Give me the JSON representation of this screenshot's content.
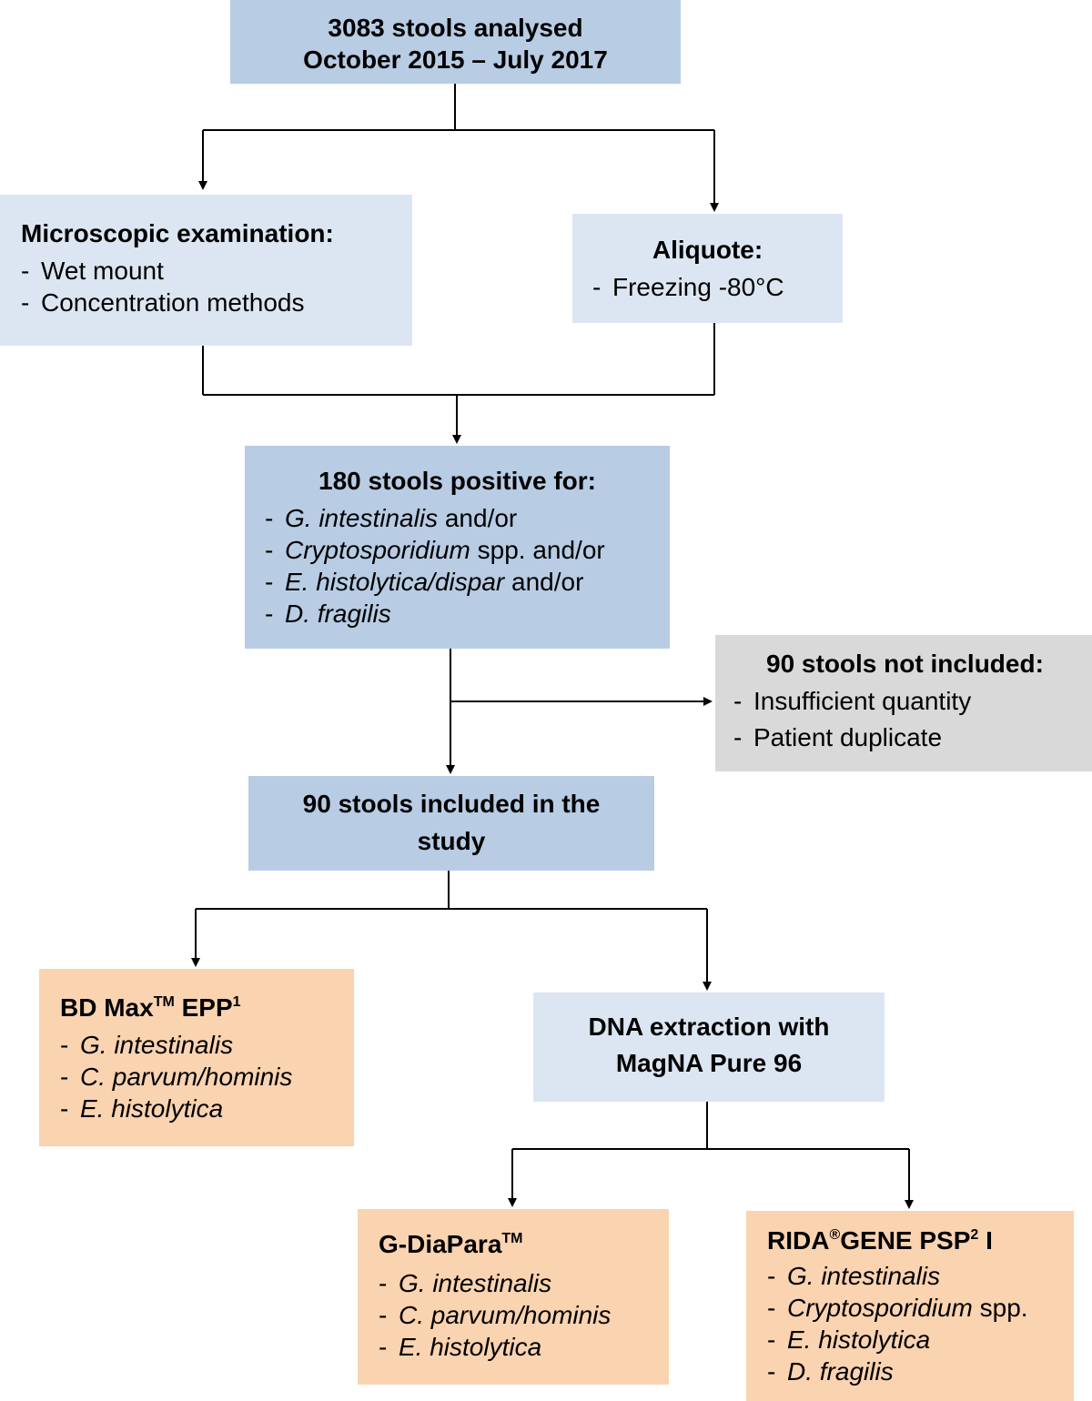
{
  "top": {
    "line1": "3083 stools analysed",
    "line2": "October 2015 – July 2017"
  },
  "microscopy": {
    "title": "Microscopic examination:",
    "items": [
      "Wet mount",
      "Concentration methods"
    ]
  },
  "aliquote": {
    "title": "Aliquote:",
    "items": [
      "Freezing -80°C"
    ]
  },
  "positive": {
    "title": "180 stools positive for:",
    "items": [
      {
        "italic": "G. intestinalis",
        "rest": " and/or"
      },
      {
        "italic": "Cryptosporidium",
        "rest": " spp. and/or"
      },
      {
        "italic": "E. histolytica/dispar",
        "rest": " and/or"
      },
      {
        "italic": "D. fragilis",
        "rest": ""
      }
    ]
  },
  "excluded": {
    "title": "90 stools not included:",
    "items": [
      "Insufficient quantity",
      "Patient duplicate"
    ]
  },
  "included": {
    "line1": "90 stools included in the",
    "line2": "study"
  },
  "bdmax": {
    "title_a": "BD Max",
    "title_sup1": "TM",
    "title_b": " EPP",
    "title_sup2": "1",
    "items": [
      "G. intestinalis",
      "C. parvum/hominis",
      "E. histolytica"
    ]
  },
  "extraction": {
    "line1": "DNA extraction with",
    "line2": "MagNA Pure 96"
  },
  "gdiapara": {
    "title_a": "G-DiaPara",
    "title_sup": "TM",
    "items": [
      "G. intestinalis",
      "C. parvum/hominis",
      "E. histolytica"
    ]
  },
  "ridagene": {
    "title_a": "RIDA",
    "title_sup1": "®",
    "title_b": "GENE PSP",
    "title_sup2": "2",
    "title_c": " I",
    "items": [
      {
        "italic": "G. intestinalis",
        "rest": ""
      },
      {
        "italic": "Cryptosporidium",
        "rest": " spp."
      },
      {
        "italic": "E. histolytica",
        "rest": ""
      },
      {
        "italic": "D. fragilis",
        "rest": ""
      }
    ]
  },
  "list_marker": "-"
}
